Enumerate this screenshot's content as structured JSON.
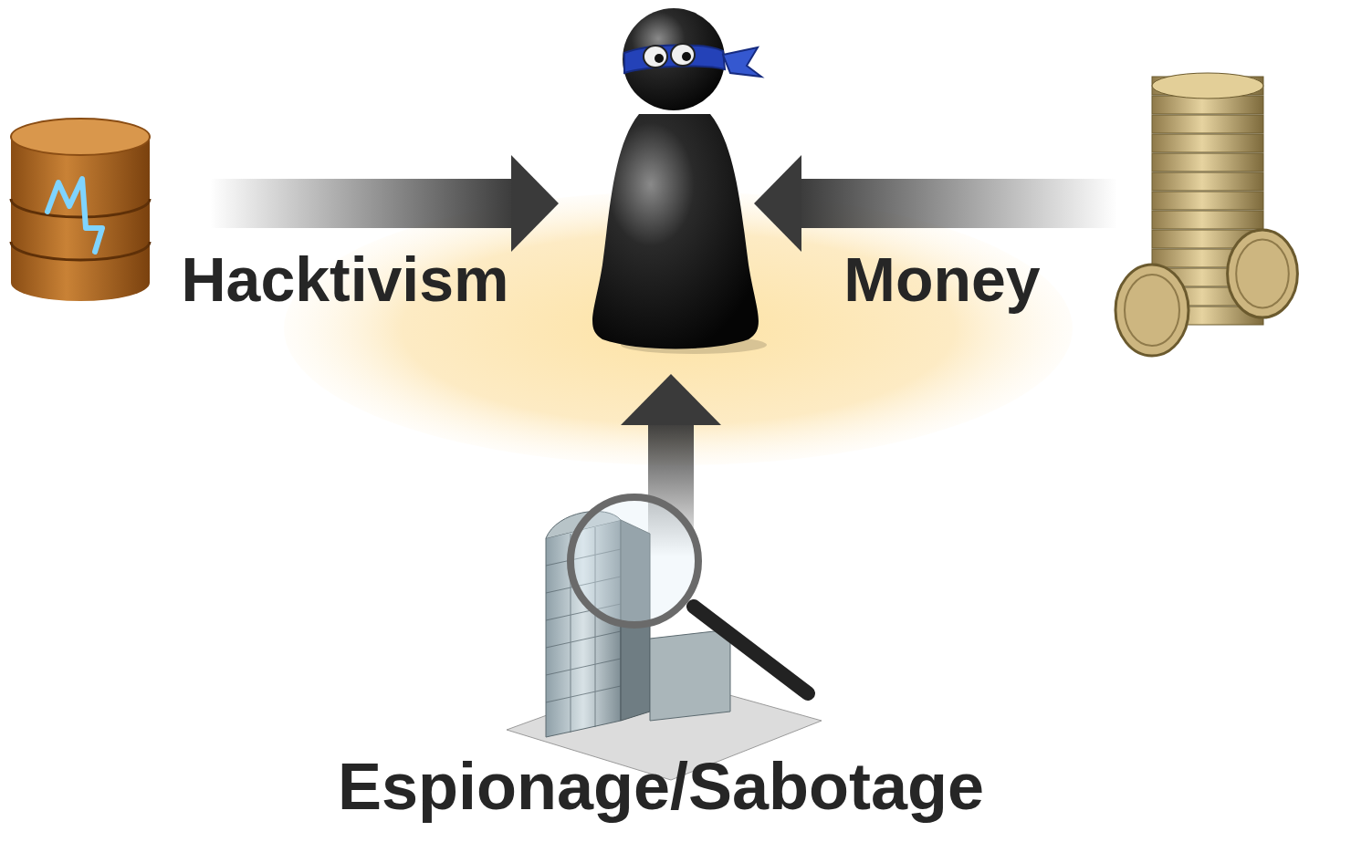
{
  "diagram": {
    "labels": [
      "Hacktivism",
      "Money",
      "Espionage/Sabotage"
    ]
  }
}
